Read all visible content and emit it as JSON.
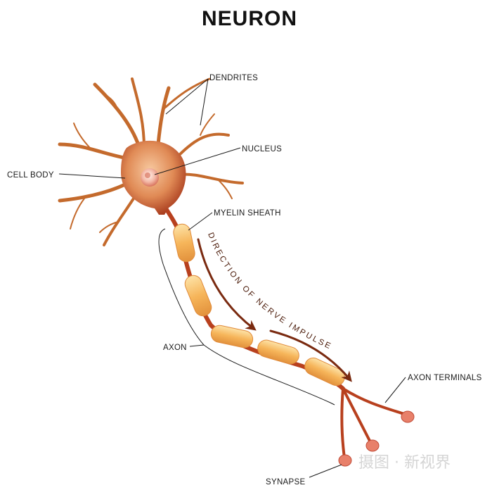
{
  "title": "NEURON",
  "labels": {
    "dendrites": "DENDRITES",
    "nucleus": "NUCLEUS",
    "cell_body": "CELL BODY",
    "myelin_sheath": "MYELIN SHEATH",
    "axon": "AXON",
    "axon_terminals": "AXON TERMINALS",
    "synapse": "SYNAPSE",
    "direction": "DIRECTION OF NERVE IMPULSE"
  },
  "watermark": "摄图 · 新视界",
  "colors": {
    "dendrite": "#c46a2c",
    "soma_dark": "#a33418",
    "soma_light": "#f7c9a0",
    "axon": "#b8401e",
    "myelin": "#f6b55a",
    "arrow": "#7a2a10"
  }
}
